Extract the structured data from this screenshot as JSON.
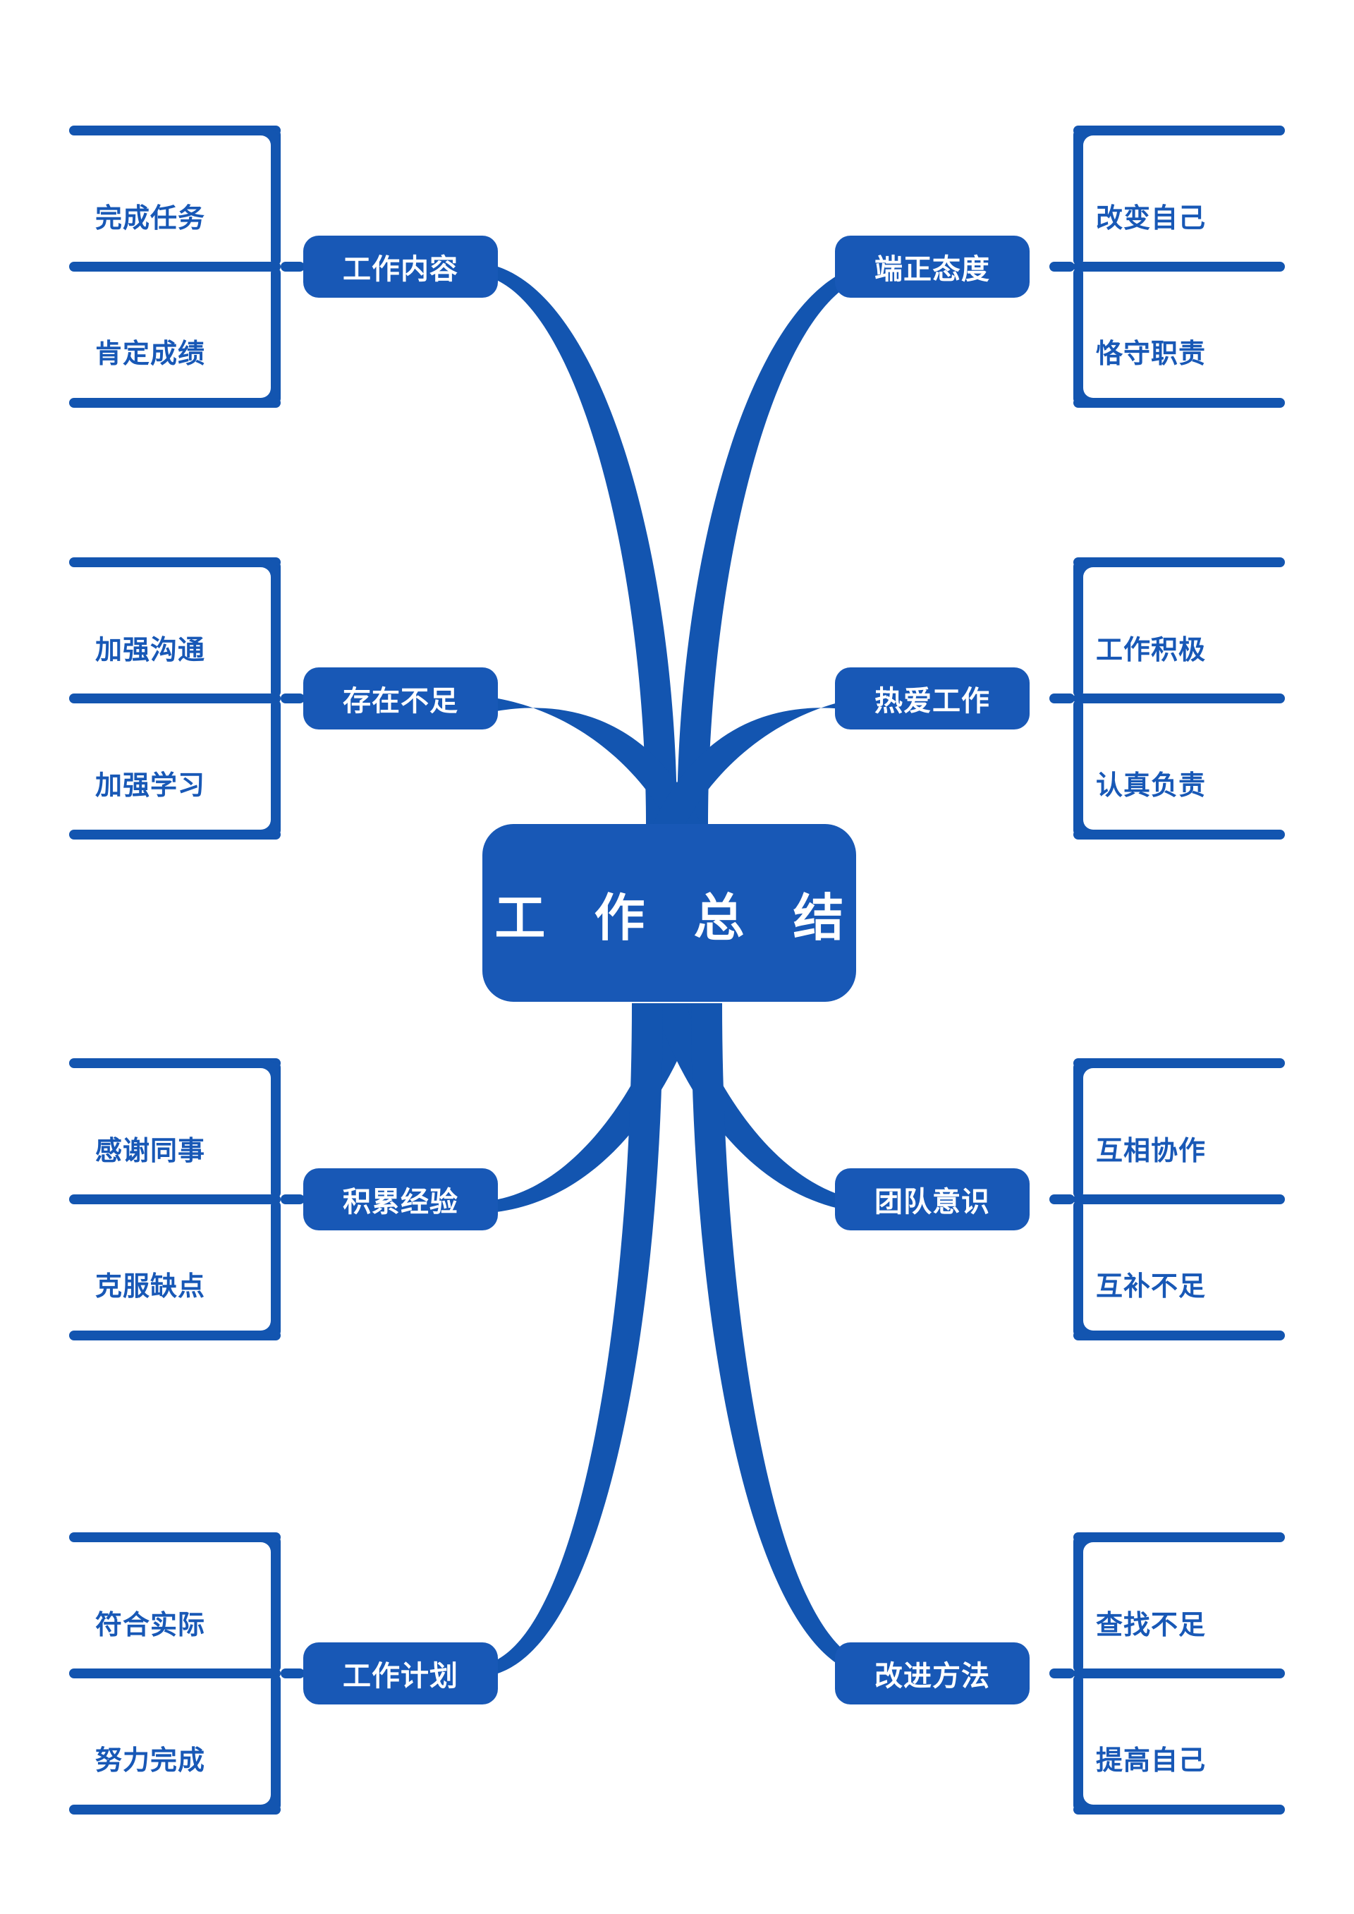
{
  "diagram": {
    "title": "工作总结",
    "center": {
      "label": "工 作 总 结"
    },
    "colors": {
      "brand_blue": "#1858B6",
      "line_blue": "#1355B0",
      "background": "#FFFFFF",
      "node_text": "#FFFFFF",
      "leaf_text": "#1858B6"
    },
    "branches": [
      {
        "id": "work-content",
        "label": "工作内容",
        "side": "left",
        "leaves": [
          "完成任务",
          "肯定成绩"
        ]
      },
      {
        "id": "correct-attitude",
        "label": "端正态度",
        "side": "right",
        "leaves": [
          "改变自己",
          "恪守职责"
        ]
      },
      {
        "id": "shortcomings",
        "label": "存在不足",
        "side": "left",
        "leaves": [
          "加强沟通",
          "加强学习"
        ]
      },
      {
        "id": "love-work",
        "label": "热爱工作",
        "side": "right",
        "leaves": [
          "工作积极",
          "认真负责"
        ]
      },
      {
        "id": "accumulate-experience",
        "label": "积累经验",
        "side": "left",
        "leaves": [
          "感谢同事",
          "克服缺点"
        ]
      },
      {
        "id": "team-awareness",
        "label": "团队意识",
        "side": "right",
        "leaves": [
          "互相协作",
          "互补不足"
        ]
      },
      {
        "id": "work-plan",
        "label": "工作计划",
        "side": "left",
        "leaves": [
          "符合实际",
          "努力完成"
        ]
      },
      {
        "id": "improvement-methods",
        "label": "改进方法",
        "side": "right",
        "leaves": [
          "查找不足",
          "提高自己"
        ]
      }
    ]
  }
}
